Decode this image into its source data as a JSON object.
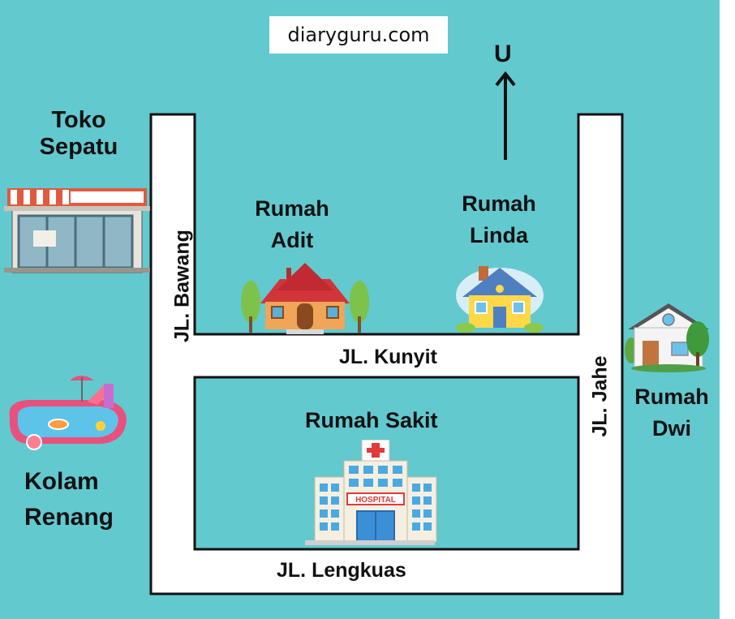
{
  "watermark": "diaryguru.com",
  "north": {
    "letter": "U"
  },
  "roads": {
    "bawang": "JL. Bawang",
    "kunyit": "JL. Kunyit",
    "jahe": "JL. Jahe",
    "lengkuas": "JL. Lengkuas"
  },
  "places": {
    "toko_sepatu": {
      "line1": "Toko",
      "line2": "Sepatu",
      "icon": "shoe-store-icon"
    },
    "rumah_adit": {
      "line1": "Rumah",
      "line2": "Adit",
      "icon": "red-house-icon"
    },
    "rumah_linda": {
      "line1": "Rumah",
      "line2": "Linda",
      "icon": "yellow-house-icon"
    },
    "rumah_dwi": {
      "line1": "Rumah",
      "line2": "Dwi",
      "icon": "white-house-icon"
    },
    "kolam_renang": {
      "line1": "Kolam",
      "line2": "Renang",
      "icon": "swimming-pool-icon"
    },
    "rumah_sakit": {
      "label": "Rumah Sakit",
      "icon": "hospital-icon",
      "sign": "HOSPITAL"
    }
  },
  "colors": {
    "background": "#62c9cf",
    "road": "#ffffff",
    "outline": "#111111"
  }
}
